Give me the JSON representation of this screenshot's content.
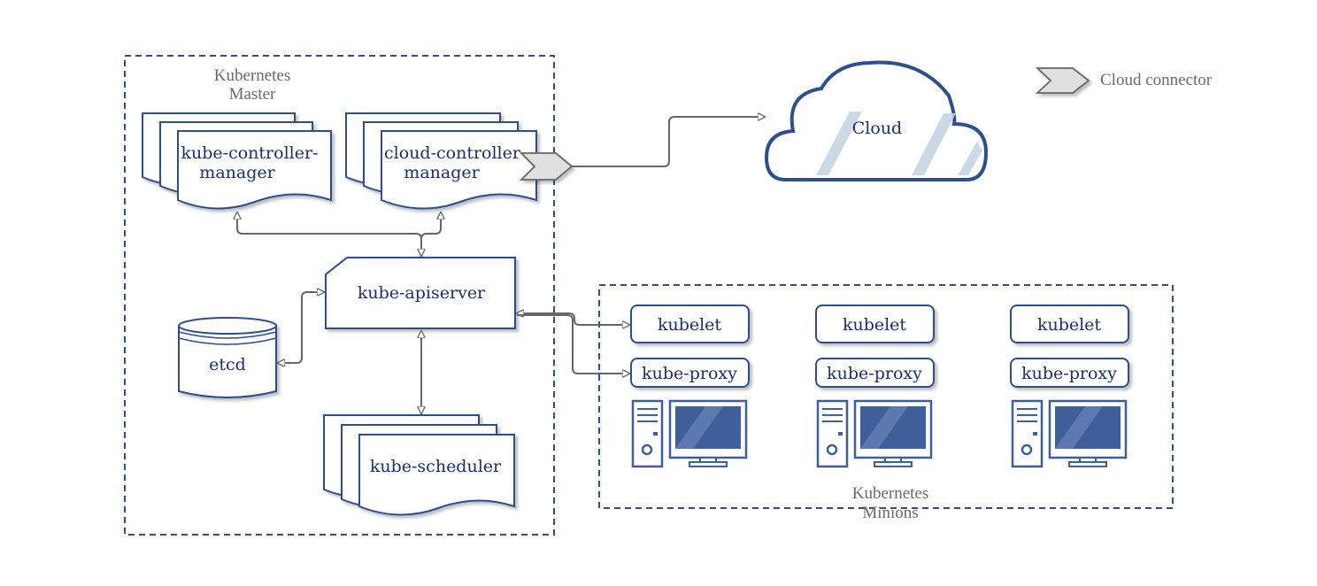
{
  "master": {
    "title_line1": "Kubernetes",
    "title_line2": "Master"
  },
  "minions": {
    "title_line1": "Kubernetes",
    "title_line2": "Minions"
  },
  "components": {
    "controller_line1": "kube-controller-",
    "controller_line2": "manager",
    "cloud_controller_line1": "cloud-controller",
    "cloud_controller_line2": "manager",
    "apiserver": "kube-apiserver",
    "etcd": "etcd",
    "scheduler": "kube-scheduler"
  },
  "cloud": {
    "label": "Cloud"
  },
  "legend": {
    "cloud_connector": "Cloud connector"
  },
  "nodes": [
    {
      "kubelet": "kubelet",
      "proxy": "kube-proxy"
    },
    {
      "kubelet": "kubelet",
      "proxy": "kube-proxy"
    },
    {
      "kubelet": "kubelet",
      "proxy": "kube-proxy"
    }
  ],
  "colors": {
    "primary": "#2e4e8f",
    "text": "#1b2f6b",
    "screen": "#3f5f9b",
    "line": "#666666",
    "grey_text": "#6a6a6a"
  }
}
